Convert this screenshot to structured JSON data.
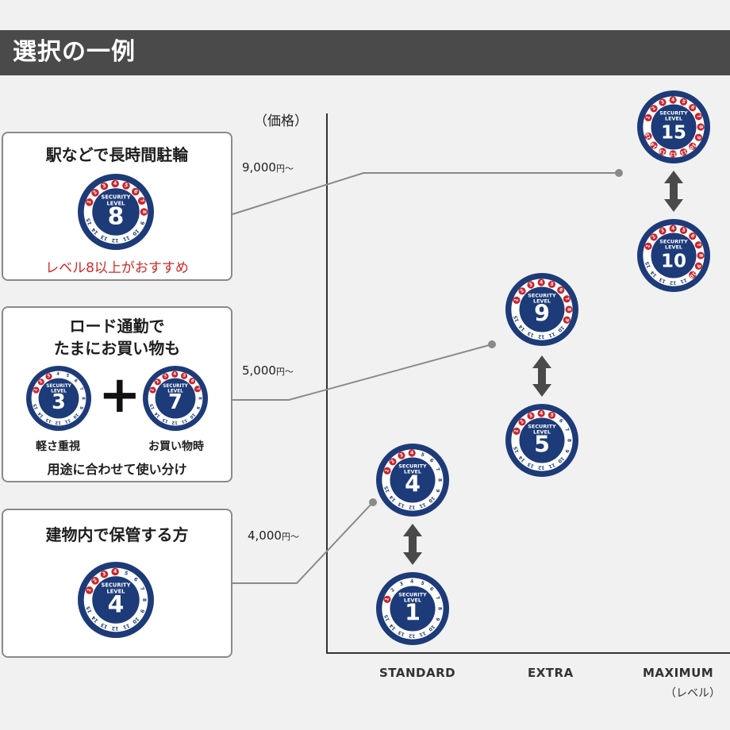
{
  "header": {
    "title": "選択の一例"
  },
  "chart_data": {
    "type": "diagram",
    "y_axis_label": "（価格）",
    "x_axis_unit": "（レベル）",
    "x_categories": [
      "STANDARD",
      "EXTRA",
      "MAXIMUM"
    ],
    "price_labels": [
      {
        "value": "9,000",
        "unit": "円〜"
      },
      {
        "value": "5,000",
        "unit": "円〜"
      },
      {
        "value": "4,000",
        "unit": "円〜"
      }
    ],
    "level_ranges": [
      {
        "category": "STANDARD",
        "low": 1,
        "high": 4
      },
      {
        "category": "EXTRA",
        "low": 5,
        "high": 9
      },
      {
        "category": "MAXIMUM",
        "low": 10,
        "high": 15
      }
    ]
  },
  "badge": {
    "line1": "SECURITY",
    "line2": "LEVEL"
  },
  "scenarios": [
    {
      "title": "駅などで長時間駐輪",
      "level": 8,
      "note": "レベル8以上がおすすめ"
    },
    {
      "title_line1": "ロード通勤で",
      "title_line2": "たまにお買い物も",
      "level_a": 3,
      "level_b": 7,
      "caption_a": "軽さ重視",
      "caption_b": "お買い物時",
      "note": "用途に合わせて使い分け"
    },
    {
      "title": "建物内で保管する方",
      "level": 4
    }
  ],
  "colors": {
    "badge_fill": "#1d3b78",
    "badge_red": "#c9262e",
    "line": "#8a8a8a",
    "arrow": "#4a4a4a"
  }
}
